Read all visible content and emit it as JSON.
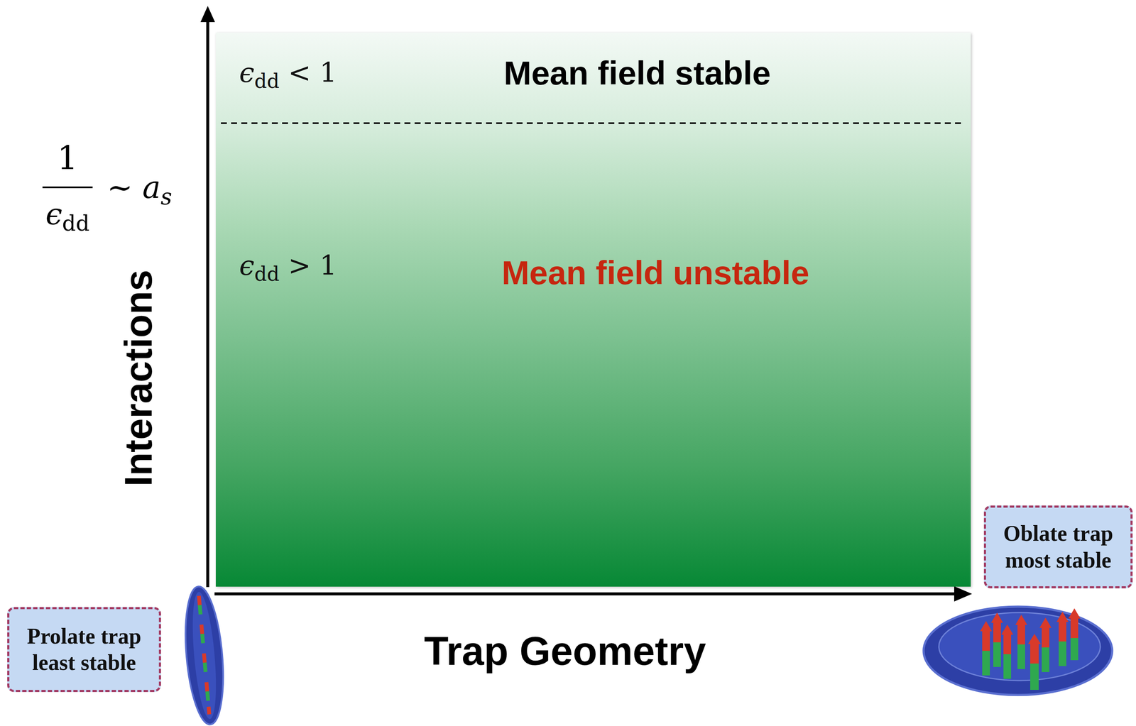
{
  "diagram": {
    "nodes": [
      {
        "text": [
          "ϵdd < 1",
          "Mean field stable",
          "ϵdd > 1",
          "Mean field unstable"
        ]
      },
      {
        "text": [
          "Prolate trap least stable"
        ]
      },
      {
        "text": [
          "Oblate trap most stable"
        ]
      }
    ],
    "labels": [
      "1",
      "ϵdd",
      "∼ as",
      "Interactions",
      "Trap Geometry"
    ]
  }
}
